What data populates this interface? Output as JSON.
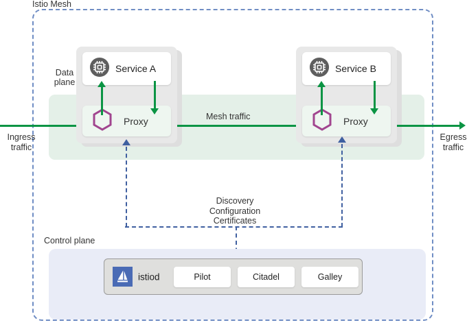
{
  "diagram": {
    "title": "Istio Mesh",
    "type": "architecture-diagram"
  },
  "mesh": {
    "label": "Istio Mesh",
    "border_color": "#6f8dc4"
  },
  "data_plane": {
    "label": "Data\nplane",
    "band_color": "#e4f0e8",
    "pods": [
      {
        "service": {
          "name": "Service A",
          "icon": "chip-icon"
        },
        "proxy": {
          "name": "Proxy",
          "icon": "hexagon-icon"
        }
      },
      {
        "service": {
          "name": "Service B",
          "icon": "chip-icon"
        },
        "proxy": {
          "name": "Proxy",
          "icon": "hexagon-icon"
        }
      }
    ]
  },
  "traffic": {
    "ingress_label": "Ingress\ntraffic",
    "egress_label": "Egress\ntraffic",
    "mesh_label": "Mesh traffic",
    "line_color": "#0b9444"
  },
  "discovery": {
    "lines": [
      "Discovery",
      "Configuration",
      "Certificates"
    ],
    "text": "Discovery\nConfiguration\nCertificates",
    "connector_color": "#3f5fa0"
  },
  "control_plane": {
    "label": "Control plane",
    "panel_color": "#e9ecf7",
    "istiod": {
      "name": "istiod",
      "logo": "istio-sailboat-logo",
      "logo_color": "#4a6bb5",
      "components": [
        "Pilot",
        "Citadel",
        "Galley"
      ]
    }
  }
}
